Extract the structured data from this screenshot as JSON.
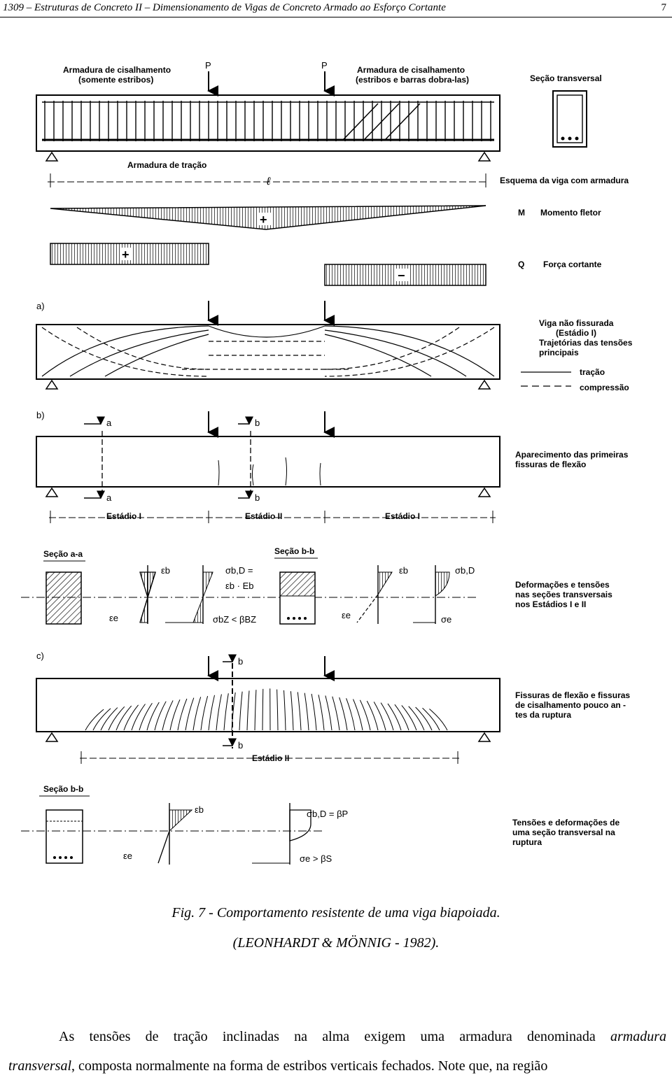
{
  "header": {
    "title": "1309 – Estruturas de Concreto II – Dimensionamento de Vigas de Concreto Armado ao Esforço Cortante",
    "page_number": "7"
  },
  "figure": {
    "labels": {
      "arm_cis_a1": "Armadura de cisalhamento",
      "arm_cis_a2": "(somente estribos)",
      "arm_cis_b1": "Armadura de cisalhamento",
      "arm_cis_b2": "(estribos e barras dobra-las)",
      "secao_transversal": "Seção transversal",
      "load_p1": "P",
      "load_p2": "P",
      "arm_tracao": "Armadura de tração",
      "span": "ℓ",
      "esquema": "Esquema da viga com armadura",
      "m_symbol": "M",
      "momento": "Momento fletor",
      "q_symbol": "Q",
      "cortante": "Força cortante",
      "plus_m": "+",
      "plus_q": "+",
      "minus_q": "−",
      "part_a": "a)",
      "part_b": "b)",
      "part_c": "c)",
      "viga_nao_1": "Viga não fissurada",
      "viga_nao_2": "(Estádio I)",
      "viga_nao_3": "Trajetórias das tensões",
      "viga_nao_4": "principais",
      "tracao": "tração",
      "compressao": "compressão",
      "sec_a_top": "a",
      "sec_b_top": "b",
      "sec_a_bot": "a",
      "sec_b_bot": "b",
      "aparec_1": "Aparecimento das primeiras",
      "aparec_2": "fissuras de flexão",
      "estadio_1a": "Estádio I",
      "estadio_2": "Estádio II",
      "estadio_1b": "Estádio I",
      "secao_aa": "Seção a-a",
      "secao_bb": "Seção b-b",
      "eps_b1": "εb",
      "eps_e1": "εe",
      "sig_bd_eq": "σb,D =",
      "eps_eb": "εb · Eb",
      "sig_bz": "σbZ < βBZ",
      "eps_b2": "εb",
      "eps_e2": "εe",
      "sig_bd2": "σb,D",
      "sig_e1": "σe",
      "deform_1": "Deformações e tensões",
      "deform_2": "nas seções transversais",
      "deform_3": "nos Estádios I e II",
      "sec_b_c_top": "b",
      "sec_b_c_bot": "b",
      "fiss_1": "Fissuras de flexão e fissuras",
      "fiss_2": "de cisalhamento pouco an -",
      "fiss_3": "tes da ruptura",
      "estadio_2c": "Estádio II",
      "secao_bb2": "Seção b-b",
      "eps_b3": "εb",
      "eps_e3": "εe",
      "sig_bd_bp": "σb,D = βP",
      "sig_e_bs": "σe > βS",
      "tensoes_1": "Tensões e deformações de",
      "tensoes_2": "uma seção transversal  na",
      "tensoes_3": "ruptura"
    }
  },
  "caption": {
    "line1": "Fig. 7 - Comportamento resistente de uma viga biapoiada.",
    "line2": "(LEONHARDT & MÖNNIG - 1982)."
  },
  "body": {
    "line1_start": "As tensões de tração inclinadas na alma exigem uma armadura denominada ",
    "line1_em": "armadura",
    "line2_em": "transversal",
    "line2_rest": ", composta normalmente na forma de estribos verticais fechados. Note que, na região"
  }
}
